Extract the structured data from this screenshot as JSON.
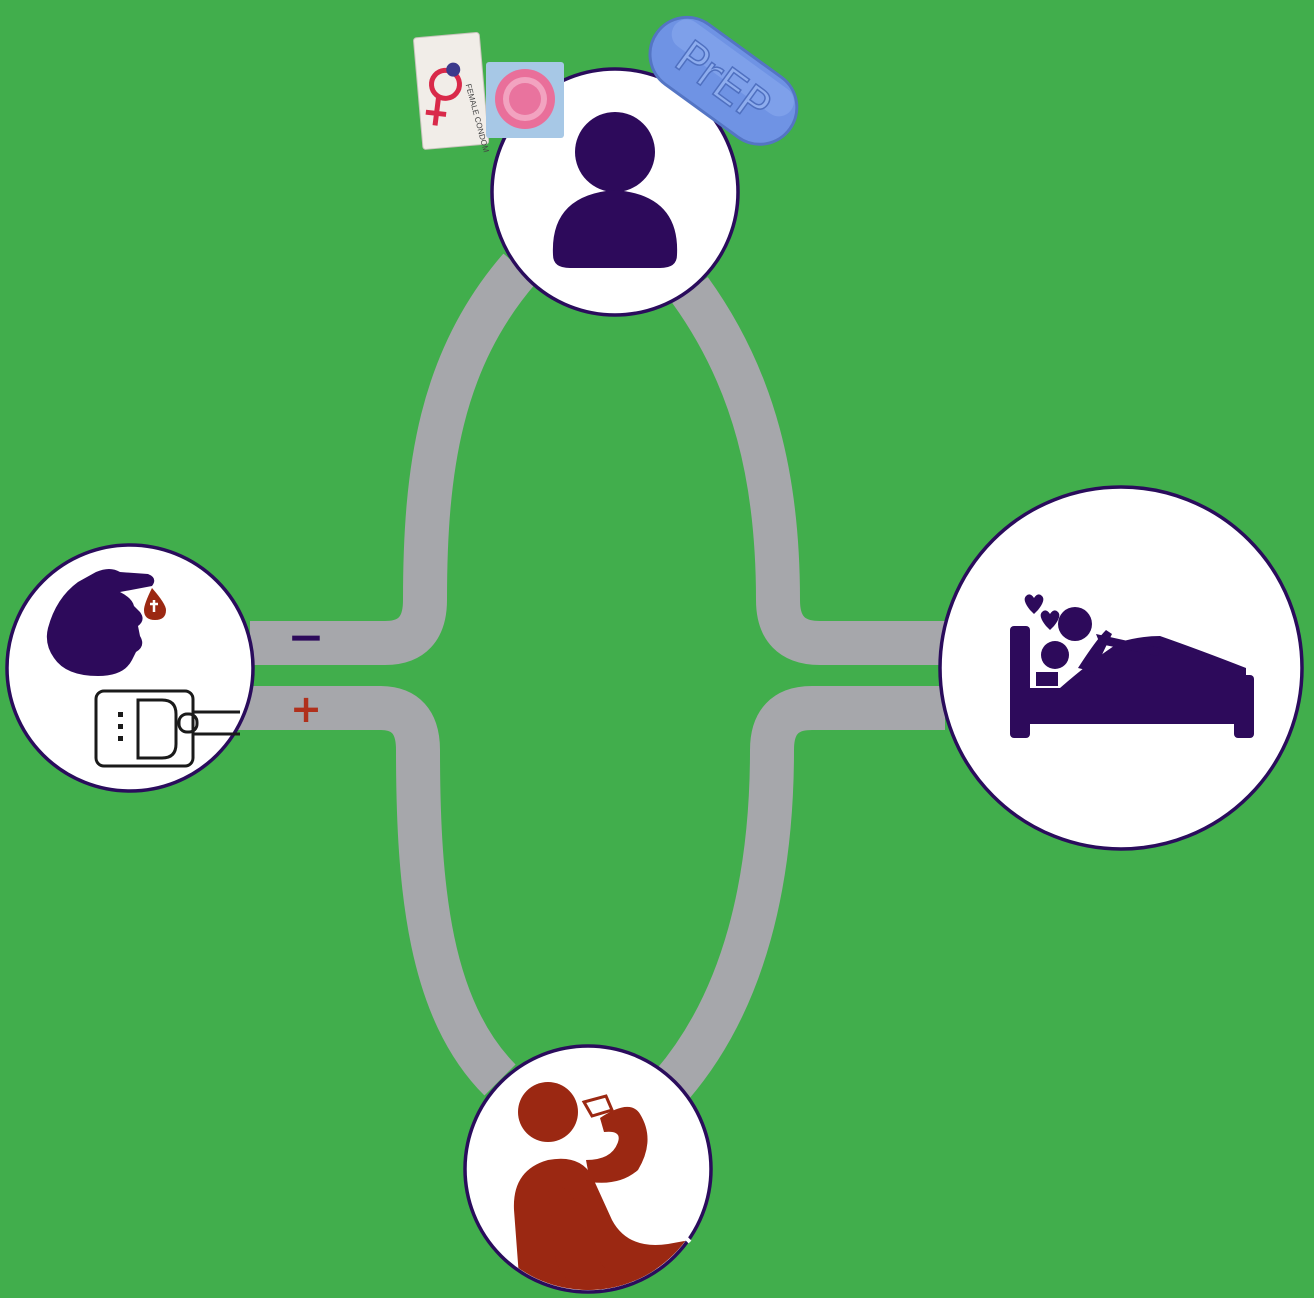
{
  "background_color": "#41ae4c",
  "path_color": "#a6a7ab",
  "node_border_color": "#2a0c5c",
  "colors": {
    "primary_icon": "#2d0a5b",
    "risk_icon": "#9b2812",
    "negative_sign": "#2d0a5b",
    "positive_sign": "#b0301c",
    "pill": "#6f93e4"
  },
  "nodes": [
    {
      "id": "person",
      "icon": "person-icon"
    },
    {
      "id": "testing",
      "icon": "blood-test-icon"
    },
    {
      "id": "sex",
      "icon": "couple-in-bed-icon"
    },
    {
      "id": "drinking",
      "icon": "drinking-person-icon"
    }
  ],
  "prevention_items": [
    {
      "id": "female-condom",
      "icon": "female-condom-icon",
      "text": "FEMALE CONDOM"
    },
    {
      "id": "male-condom",
      "icon": "male-condom-icon"
    },
    {
      "id": "prep-pill",
      "icon": "pill-icon",
      "text": "PrEP"
    }
  ],
  "test_result_labels": {
    "negative": "−",
    "positive": "+"
  }
}
